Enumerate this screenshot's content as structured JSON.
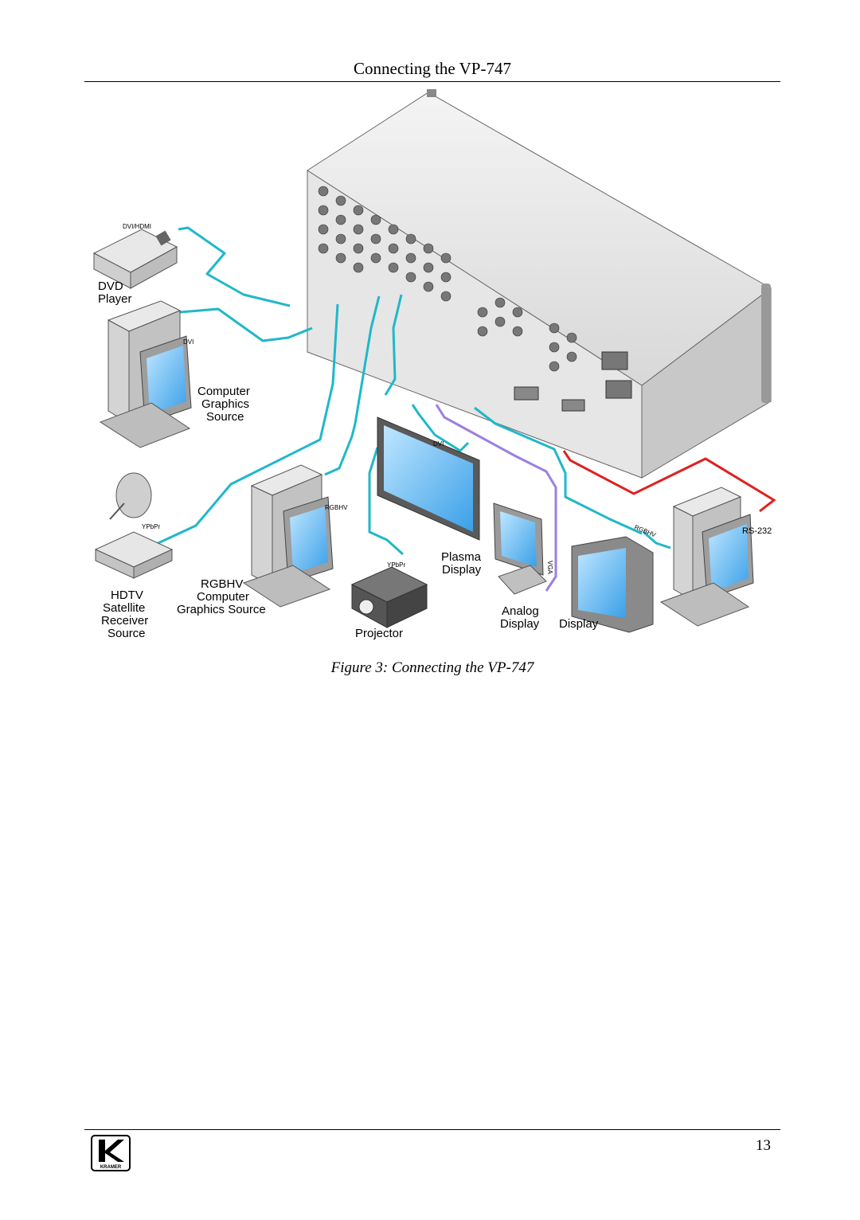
{
  "header": {
    "title": "Connecting the VP-747"
  },
  "figure": {
    "caption": "Figure 3: Connecting the VP-747",
    "labels": {
      "dvi_hdmi": "DVI/HDMI",
      "dvd_player_1": "DVD",
      "dvd_player_2": "Player",
      "dvi_1": "DVI",
      "cgs_1": "Computer",
      "cgs_2": "Graphics",
      "cgs_3": "Source",
      "ypbpr_1": "YPbPr",
      "hdtv_1": "HDTV",
      "hdtv_2": "Satellite",
      "hdtv_3": "Receiver",
      "hdtv_4": "Source",
      "rgbhv_small": "RGBHV",
      "rgbhv_1": "RGBHV",
      "rgbhv_2": "Computer",
      "rgbhv_3": "Graphics Source",
      "dvi_2": "DVI",
      "plasma_1": "Plasma",
      "plasma_2": "Display",
      "ypbpr_2": "YPbPr",
      "projector": "Projector",
      "vga": "VGA",
      "analog_1": "Analog",
      "analog_2": "Display",
      "display": "Display",
      "rgbhv_3_small": "RGBHV",
      "rs232": "RS-232"
    },
    "colors": {
      "cable": "#1fb8c9",
      "vga_cable": "#9b7fe0",
      "rs232_cable": "#e02020"
    }
  },
  "footer": {
    "page_number": "13",
    "logo_text": "KRAMER"
  }
}
